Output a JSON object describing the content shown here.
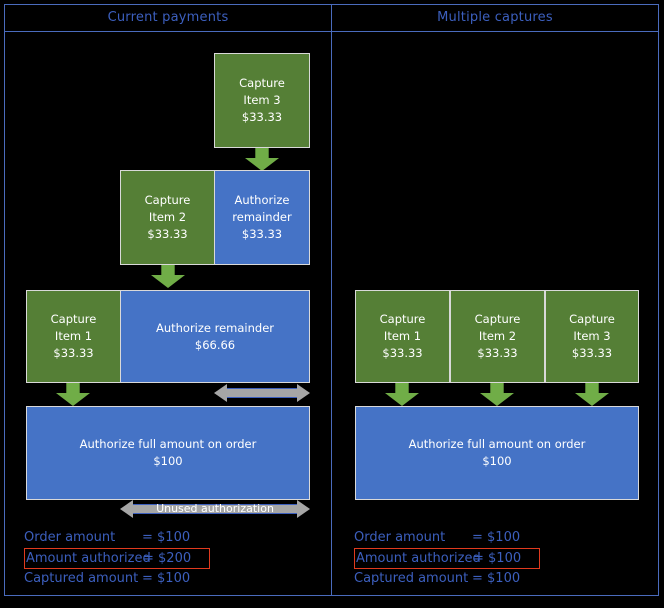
{
  "panels": {
    "left": {
      "title": "Current payments",
      "boxes": [
        {
          "name": "capture-item-3",
          "lines": [
            "Capture",
            "Item 3",
            "$33.33"
          ]
        },
        {
          "name": "capture-item-2",
          "lines": [
            "Capture",
            "Item 2",
            "$33.33"
          ]
        },
        {
          "name": "authorize-remainder-33",
          "lines": [
            "Authorize",
            "remainder",
            "$33.33"
          ]
        },
        {
          "name": "capture-item-1",
          "lines": [
            "Capture",
            "Item 1",
            "$33.33"
          ]
        },
        {
          "name": "authorize-remainder-66",
          "lines": [
            "Authorize remainder",
            "$66.66"
          ]
        },
        {
          "name": "authorize-full-amount",
          "lines": [
            "Authorize full amount on order",
            "$100"
          ]
        }
      ],
      "unused_label": "Unused authorization",
      "legend": [
        {
          "label": "Order amount",
          "value": "= $100",
          "highlighted": false
        },
        {
          "label": "Amount authorized",
          "value": "= $200",
          "highlighted": true
        },
        {
          "label": "Captured amount",
          "value": "= $100",
          "highlighted": false
        }
      ]
    },
    "right": {
      "title": "Multiple captures",
      "boxes": [
        {
          "name": "capture-item-1",
          "lines": [
            "Capture",
            "Item 1",
            "$33.33"
          ]
        },
        {
          "name": "capture-item-2",
          "lines": [
            "Capture",
            "Item 2",
            "$33.33"
          ]
        },
        {
          "name": "capture-item-3",
          "lines": [
            "Capture",
            "Item 3",
            "$33.33"
          ]
        },
        {
          "name": "authorize-full-amount",
          "lines": [
            "Authorize full amount on order",
            "$100"
          ]
        }
      ],
      "legend": [
        {
          "label": "Order amount",
          "value": "= $100",
          "highlighted": false
        },
        {
          "label": "Amount authorized",
          "value": "= $100",
          "highlighted": true
        },
        {
          "label": "Captured amount",
          "value": "= $100",
          "highlighted": false
        }
      ]
    }
  },
  "colors": {
    "capture_green": "#557f36",
    "authorize_blue": "#4573c6",
    "arrow_green": "#70ad47",
    "arrow_grey": "#a6a6a6",
    "frame_blue": "#4a6bbd",
    "text_blue": "#3c5fbe",
    "highlight_red": "#e03a1e",
    "background": "#000000"
  }
}
